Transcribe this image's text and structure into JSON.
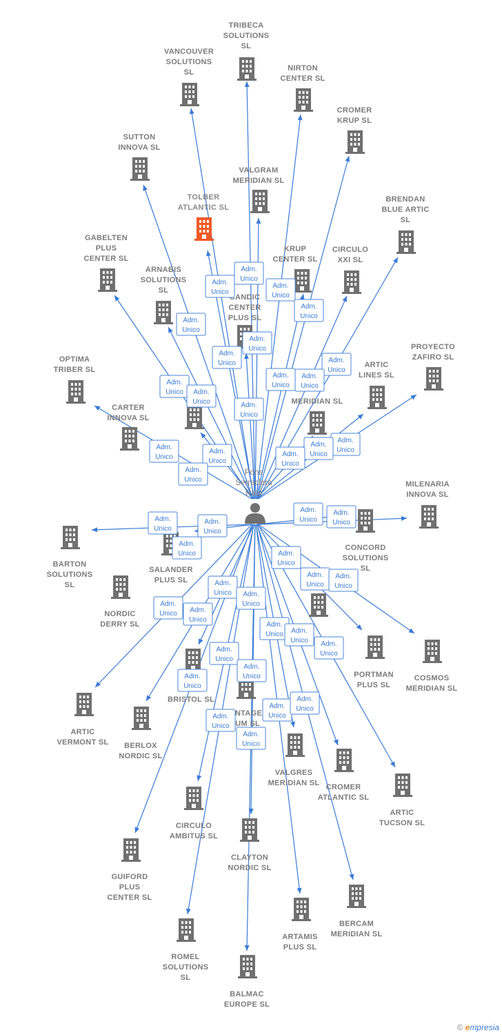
{
  "center": {
    "name": [
      "Pons",
      "Serraclara",
      "Raul"
    ]
  },
  "role_label": [
    "Adm.",
    "Unico"
  ],
  "colors": {
    "edge": "#3a7bd5",
    "building": "#707070",
    "highlight": "#f05a28"
  },
  "companies": [
    {
      "id": "tribeca",
      "name": [
        "TRIBECA",
        "SOLUTIONS",
        "SL"
      ]
    },
    {
      "id": "vancouver",
      "name": [
        "VANCOUVER",
        "SOLUTIONS",
        "SL"
      ]
    },
    {
      "id": "nirton",
      "name": [
        "NIRTON",
        "CENTER SL"
      ]
    },
    {
      "id": "cromer-krup",
      "name": [
        "CROMER",
        "KRUP  SL"
      ]
    },
    {
      "id": "sutton",
      "name": [
        "SUTTON",
        "INNOVA SL"
      ]
    },
    {
      "id": "valgram",
      "name": [
        "VALGRAM",
        "MERIDIAN  SL"
      ]
    },
    {
      "id": "tolber",
      "name": [
        "TOLBER",
        "ATLANTIC  SL"
      ],
      "highlight": true
    },
    {
      "id": "brendan",
      "name": [
        "BRENDAN",
        "BLUE ARTIC",
        "SL"
      ]
    },
    {
      "id": "gabelten",
      "name": [
        "GABELTEN",
        "PLUS",
        "CENTER SL"
      ]
    },
    {
      "id": "arnabis",
      "name": [
        "ARNABIS",
        "SOLUTIONS",
        "SL"
      ]
    },
    {
      "id": "krup",
      "name": [
        "KRUP",
        "CENTER SL"
      ]
    },
    {
      "id": "circulo-xxi",
      "name": [
        "CIRCULO",
        "XXI SL"
      ]
    },
    {
      "id": "candic",
      "name": [
        "CANDIC",
        "CENTER",
        "PLUS SL"
      ]
    },
    {
      "id": "proyecto",
      "name": [
        "PROYECTO",
        "ZAFIRO  SL"
      ]
    },
    {
      "id": "optima",
      "name": [
        "OPTIMA",
        "TRIBER  SL"
      ]
    },
    {
      "id": "artic-lines",
      "name": [
        "ARTIC",
        "LINES  SL"
      ]
    },
    {
      "id": "hidden-left",
      "name": []
    },
    {
      "id": "meridian-hidden",
      "name": [
        "MERIDIAN  SL"
      ]
    },
    {
      "id": "carter",
      "name": [
        "CARTER",
        "INNOVA SL"
      ]
    },
    {
      "id": "milenaria",
      "name": [
        "MILENARIA",
        "INNOVA SL"
      ]
    },
    {
      "id": "concord",
      "name": [
        "CONCORD",
        "SOLUTIONS",
        "SL"
      ]
    },
    {
      "id": "barton",
      "name": [
        "BARTON",
        "SOLUTIONS",
        "SL"
      ]
    },
    {
      "id": "salander",
      "name": [
        "SALANDER",
        "PLUS  SL"
      ]
    },
    {
      "id": "nordic-derry",
      "name": [
        "NORDIC",
        "DERRY  SL"
      ]
    },
    {
      "id": "nanix",
      "name": []
    },
    {
      "id": "portman",
      "name": [
        "PORTMAN",
        "PLUS  SL"
      ]
    },
    {
      "id": "cosmos",
      "name": [
        "COSMOS",
        "MERIDIAN  SL"
      ]
    },
    {
      "id": "artic-vermont",
      "name": [
        "ARTIC",
        "VERMONT  SL"
      ]
    },
    {
      "id": "bristol",
      "name": [
        "BRISTOL  SL"
      ]
    },
    {
      "id": "berlox",
      "name": [
        "BERLOX",
        "NORDIC  SL"
      ]
    },
    {
      "id": "vintage",
      "name": [
        "VINTAGE",
        "RUM SL"
      ]
    },
    {
      "id": "valgres",
      "name": [
        "VALGRES",
        "MERIDIAN  SL"
      ]
    },
    {
      "id": "cromer-atlantic",
      "name": [
        "CROMER",
        "ATLANTIC  SL"
      ]
    },
    {
      "id": "artic-tucson",
      "name": [
        "ARTIC",
        "TUCSON  SL"
      ]
    },
    {
      "id": "circulo-ambitus",
      "name": [
        "CIRCULO",
        "AMBITUS SL"
      ]
    },
    {
      "id": "clayton",
      "name": [
        "CLAYTON",
        "NORDIC  SL"
      ]
    },
    {
      "id": "guiford",
      "name": [
        "GUIFORD",
        "PLUS",
        "CENTER SL"
      ]
    },
    {
      "id": "artamis",
      "name": [
        "ARTAMIS",
        "PLUS SL"
      ]
    },
    {
      "id": "bercam",
      "name": [
        "BERCAM",
        "MERIDIAN  SL"
      ]
    },
    {
      "id": "romel",
      "name": [
        "ROMEL",
        "SOLUTIONS",
        "SL"
      ]
    },
    {
      "id": "balmac",
      "name": [
        "BALMAC",
        "EUROPE SL"
      ]
    }
  ],
  "footer": {
    "copyright": "©",
    "brand_initial": "e",
    "brand_rest": "mpresia"
  }
}
